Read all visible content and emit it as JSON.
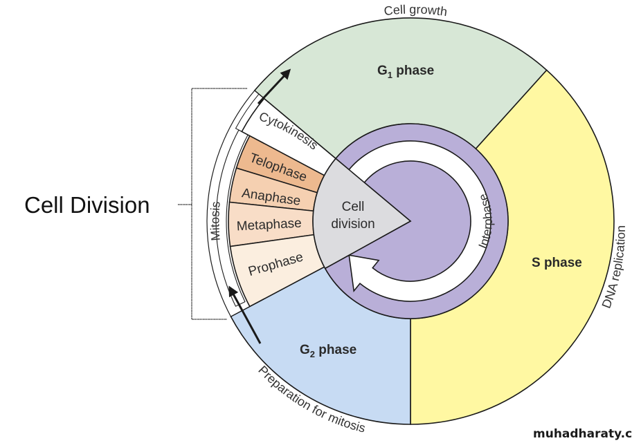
{
  "title_label": "Cell Division",
  "colors": {
    "g1": "#D7E7D6",
    "s": "#FFF8A2",
    "g2": "#C7DBF3",
    "purple": "#B9AFD8",
    "wedge": "#DCDCDF",
    "telophase": "#EDB98F",
    "anaphase": "#F5D0B1",
    "metaphase": "#F8DDC7",
    "prophase": "#FBEEDF",
    "cytokinesis": "#FFFFFF",
    "outline": "#1a1a1a"
  },
  "phases": {
    "g1": {
      "label": "G",
      "sub": "1",
      "suffix": " phase",
      "annotation": "Cell growth"
    },
    "s": {
      "label": "S phase",
      "annotation": "DNA replication"
    },
    "g2": {
      "label": "G",
      "sub": "2",
      "suffix": " phase",
      "annotation": "Preparation for mitosis"
    }
  },
  "mitosis": {
    "label": "Mitosis",
    "cytokinesis": "Cytokinesis",
    "stages": [
      "Telophase",
      "Anaphase",
      "Metaphase",
      "Prophase"
    ]
  },
  "center": {
    "wedge_line1": "Cell",
    "wedge_line2": "division",
    "interphase": "Interphase"
  },
  "watermark": "muhadharaty.com"
}
